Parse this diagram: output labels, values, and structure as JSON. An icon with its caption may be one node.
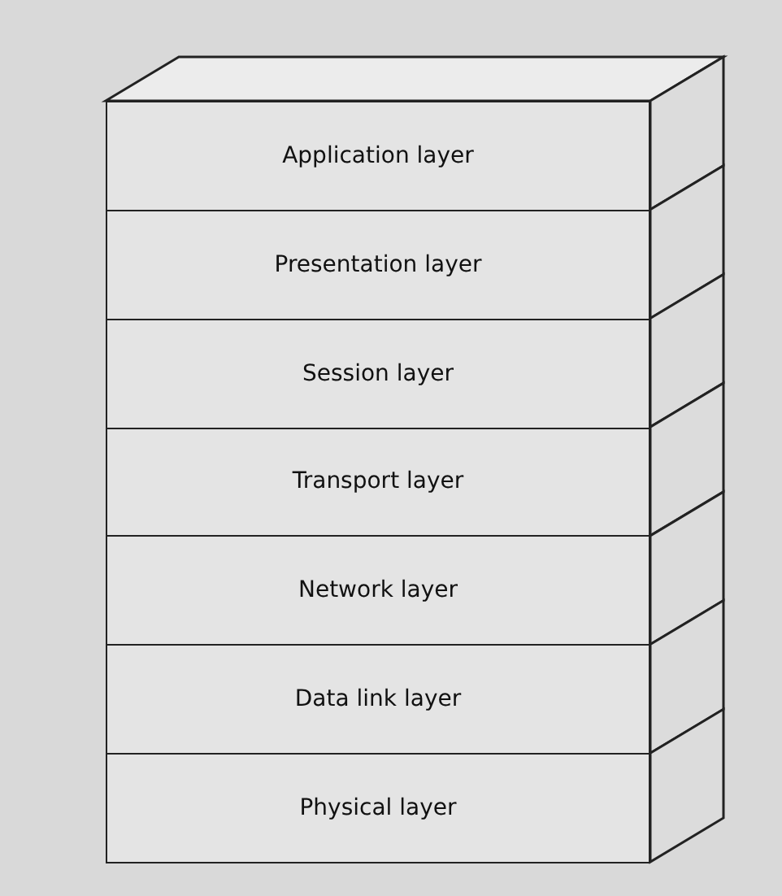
{
  "diagram": {
    "nodes": [
      {
        "text": [
          "Application layer"
        ]
      },
      {
        "text": [
          "Presentation layer"
        ]
      },
      {
        "text": [
          "Session layer"
        ]
      },
      {
        "text": [
          "Transport layer"
        ]
      },
      {
        "text": [
          "Network layer"
        ]
      },
      {
        "text": [
          "Data link layer"
        ]
      },
      {
        "text": [
          "Physical layer"
        ]
      }
    ]
  }
}
